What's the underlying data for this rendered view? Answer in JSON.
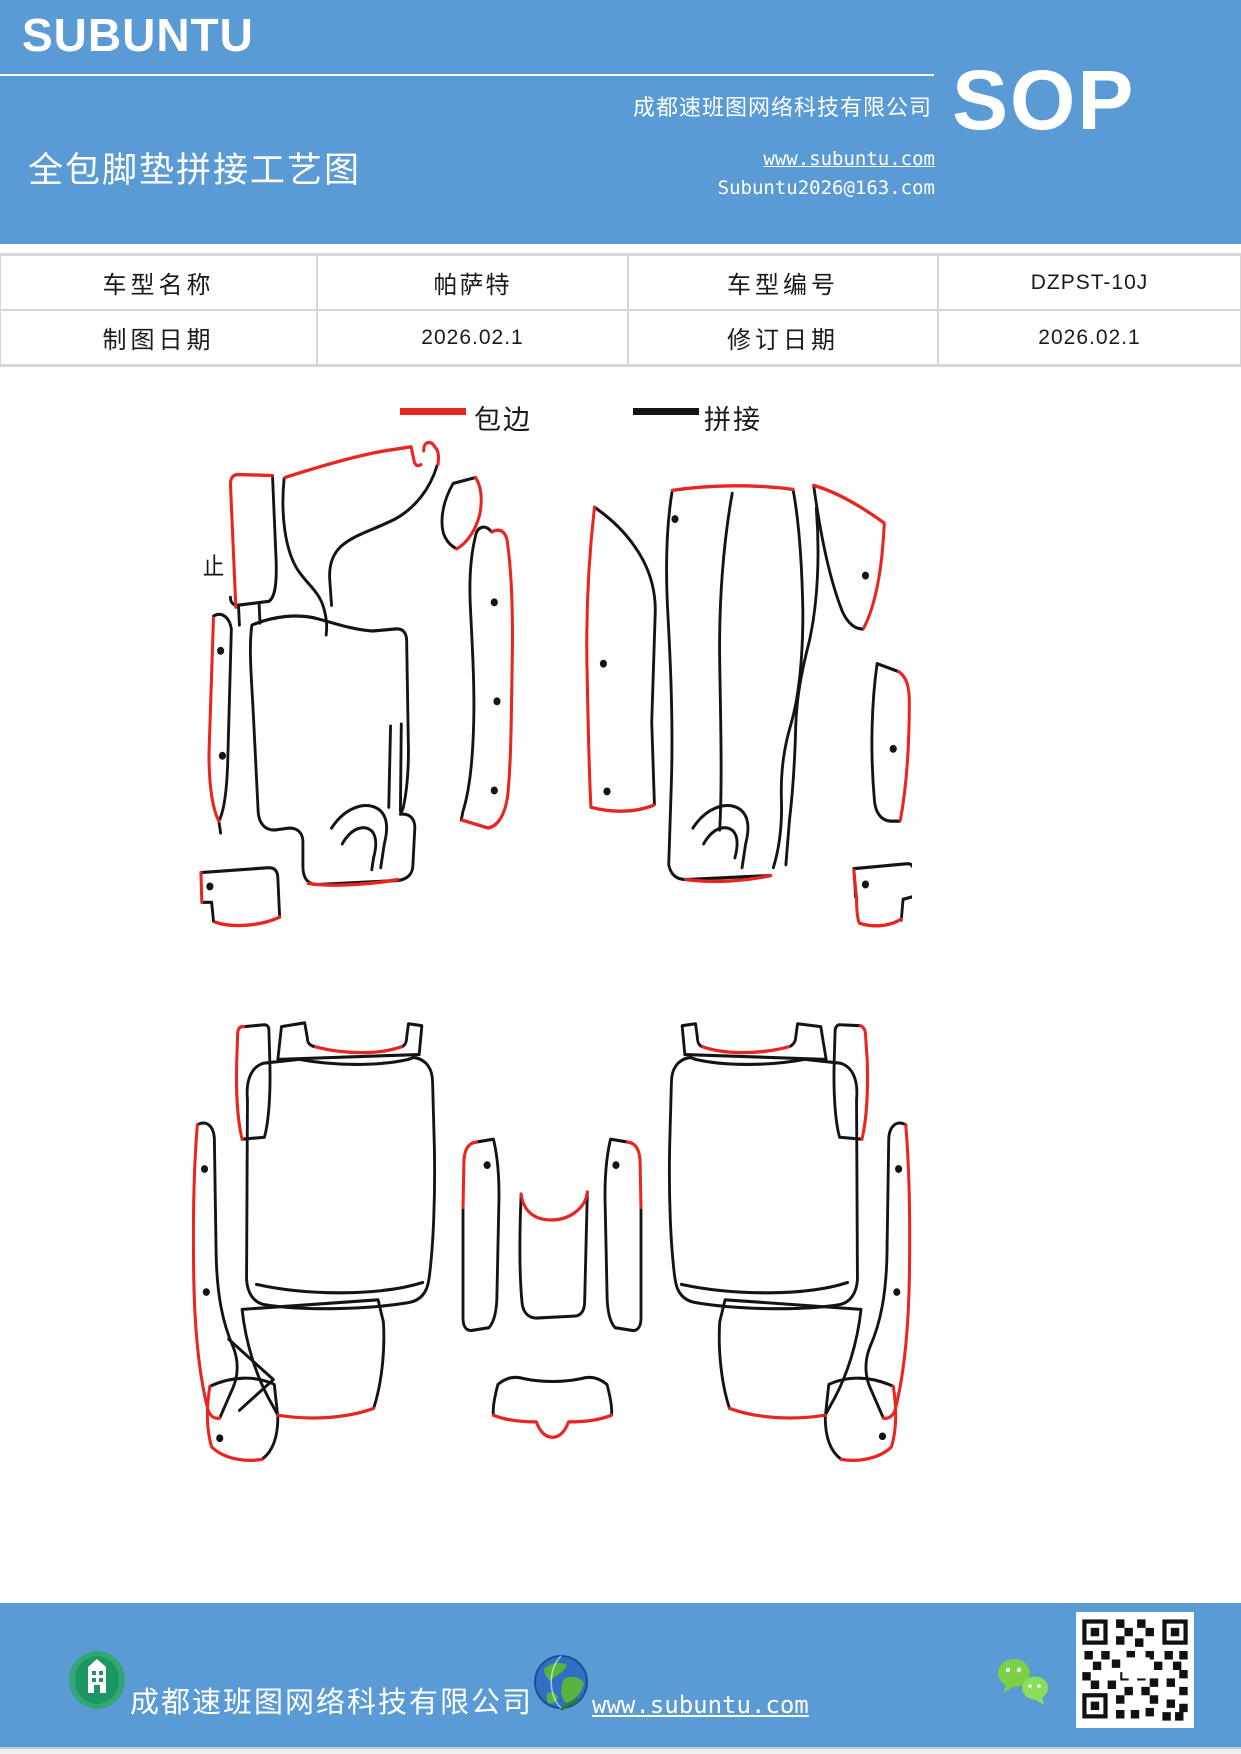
{
  "header": {
    "brand": "SUBUNTU",
    "company": "成都速班图网络科技有限公司",
    "badge": "SOP",
    "website": "www.subuntu.com",
    "email": "Subuntu2026@163.com",
    "doc_title": "全包脚垫拼接工艺图",
    "bg_color": "#5b9bd5"
  },
  "info_table": {
    "model_name_label": "车型名称",
    "model_name_value": "帕萨特",
    "model_code_label": "车型编号",
    "model_code_value": "DZPST-10J",
    "draw_date_label": "制图日期",
    "draw_date_value": "2026.02.1",
    "revision_date_label": "修订日期",
    "revision_date_value": "2026.02.1"
  },
  "legend": {
    "edge_label": "包边",
    "edge_color": "#e8251f",
    "splice_label": "拼接",
    "splice_color": "#141414"
  },
  "diagram": {
    "stop_mark": "止"
  },
  "footer": {
    "company": "成都速班图网络科技有限公司",
    "website": "www.subuntu.com"
  },
  "colors": {
    "theme_blue": "#5b9bd5",
    "edge_red": "#e8251f",
    "line_black": "#141414"
  }
}
